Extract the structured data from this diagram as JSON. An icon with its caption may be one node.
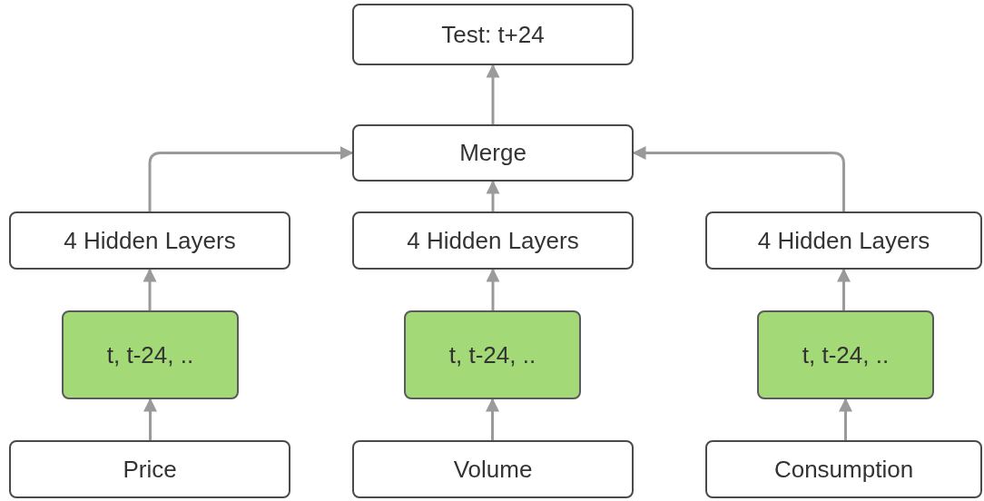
{
  "diagram": {
    "nodes": [
      {
        "text": [
          "Test: t+24"
        ]
      },
      {
        "text": [
          "Merge"
        ]
      },
      {
        "text": [
          "4 Hidden Layers"
        ]
      },
      {
        "text": [
          "4 Hidden Layers"
        ]
      },
      {
        "text": [
          "4 Hidden Layers"
        ]
      },
      {
        "text": [
          "t, t-24, .."
        ]
      },
      {
        "text": [
          "t, t-24, .."
        ]
      },
      {
        "text": [
          "t, t-24, .."
        ]
      },
      {
        "text": [
          "Price"
        ]
      },
      {
        "text": [
          "Volume"
        ]
      },
      {
        "text": [
          "Consumption"
        ]
      }
    ],
    "edges": [
      {
        "from": 8,
        "to": 5,
        "arrow": "to"
      },
      {
        "from": 9,
        "to": 6,
        "arrow": "to"
      },
      {
        "from": 10,
        "to": 7,
        "arrow": "to"
      },
      {
        "from": 5,
        "to": 2,
        "arrow": "to"
      },
      {
        "from": 6,
        "to": 3,
        "arrow": "to"
      },
      {
        "from": 7,
        "to": 4,
        "arrow": "to"
      },
      {
        "from": 2,
        "to": 1,
        "arrow": "to"
      },
      {
        "from": 3,
        "to": 1,
        "arrow": "to"
      },
      {
        "from": 4,
        "to": 1,
        "arrow": "to"
      },
      {
        "from": 1,
        "to": 0,
        "arrow": "to"
      }
    ]
  }
}
